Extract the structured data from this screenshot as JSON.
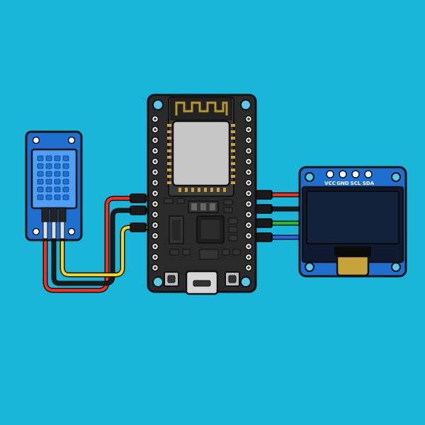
{
  "canvas": {
    "background": "#1ab6d9"
  },
  "components": {
    "dht_sensor": {
      "icon": "dht11-temperature-humidity-sensor",
      "body_color": "#1f6fd1",
      "grille_color": "#4fa0f4"
    },
    "esp32_board": {
      "icon": "esp32-devkit-board",
      "pcb_color": "#2a2a2a",
      "module_color": "#c6c6c6",
      "antenna_color": "#b8962f"
    },
    "oled_display": {
      "icon": "oled-i2c-display",
      "pin_labels": [
        "VCC",
        "GND",
        "SCL",
        "SDA"
      ],
      "pcb_color": "#1f6fd1",
      "screen_color": "#13223b",
      "ribbon_color": "#c9a43b"
    }
  },
  "wires": [
    {
      "from": "dht_sensor",
      "to": "esp32_board",
      "color": "#ff2a1a"
    },
    {
      "from": "dht_sensor",
      "to": "esp32_board",
      "color": "#1a1a1a"
    },
    {
      "from": "dht_sensor",
      "to": "esp32_board",
      "color": "#ffd21a"
    },
    {
      "from": "esp32_board",
      "to": "oled_display",
      "color": "#ff2a1a"
    },
    {
      "from": "esp32_board",
      "to": "oled_display",
      "color": "#1a1a1a"
    },
    {
      "from": "esp32_board",
      "to": "oled_display",
      "color": "#22bb33"
    },
    {
      "from": "esp32_board",
      "to": "oled_display",
      "color": "#2266ee"
    }
  ]
}
